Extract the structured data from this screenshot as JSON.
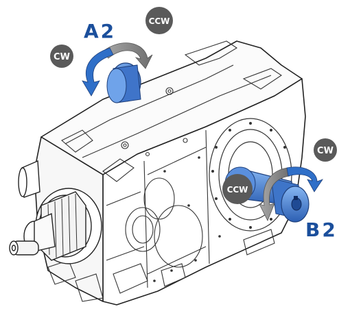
{
  "labels": {
    "shaft_a": "A2",
    "shaft_b": "B2",
    "a_cw": "CW",
    "a_ccw": "CCW",
    "b_cw": "CW",
    "b_ccw": "CCW"
  },
  "colors": {
    "label_blue": "#1b4f9c",
    "arrow_blue": "#2f6fc8",
    "arrow_gray": "#8a8a8a",
    "shaft_blue": "#4a84d8",
    "badge": "#5a5a5a",
    "outline": "#222222"
  },
  "icons": [
    "cw-arrow-icon",
    "ccw-arrow-icon"
  ]
}
